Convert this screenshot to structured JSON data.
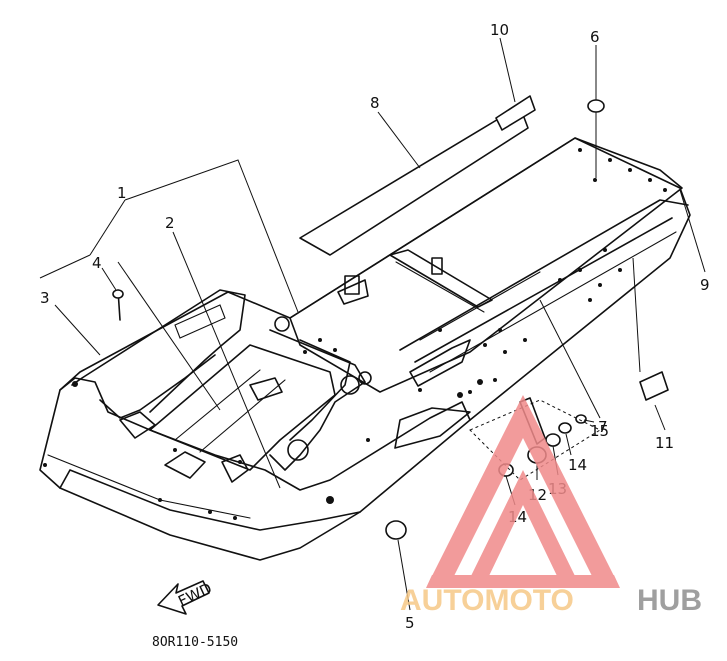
{
  "diagram": {
    "callouts": [
      {
        "id": "c1",
        "text": "1"
      },
      {
        "id": "c2",
        "text": "2"
      },
      {
        "id": "c3",
        "text": "3"
      },
      {
        "id": "c4",
        "text": "4"
      },
      {
        "id": "c5",
        "text": "5"
      },
      {
        "id": "c6",
        "text": "6"
      },
      {
        "id": "c7",
        "text": "7"
      },
      {
        "id": "c8",
        "text": "8"
      },
      {
        "id": "c9",
        "text": "9"
      },
      {
        "id": "c10",
        "text": "10"
      },
      {
        "id": "c11",
        "text": "11"
      },
      {
        "id": "c12",
        "text": "12"
      },
      {
        "id": "c13",
        "text": "13"
      },
      {
        "id": "c14a",
        "text": "14"
      },
      {
        "id": "c14b",
        "text": "14"
      },
      {
        "id": "c15",
        "text": "15"
      }
    ],
    "direction_label": "FWD",
    "drawing_code": "8OR110-5150"
  },
  "watermark": {
    "part1": "AUTOMOTO",
    "part2": "HUB",
    "colors": {
      "part1": "#f6c887",
      "part2": "#8f8f8f",
      "triangle": "#f08a8a"
    }
  }
}
